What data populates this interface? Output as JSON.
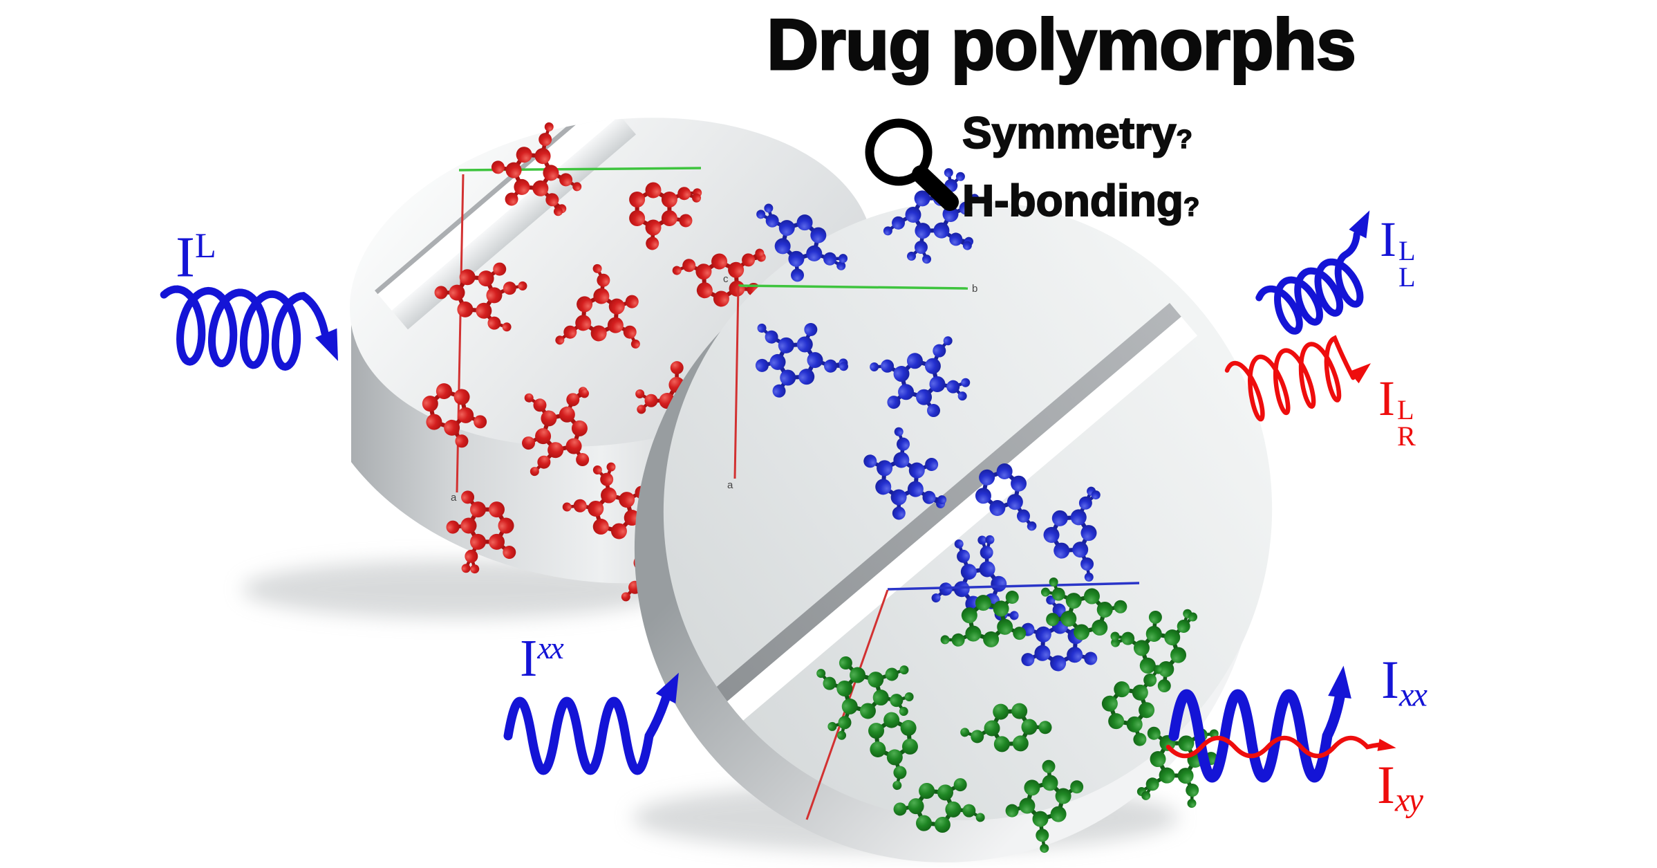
{
  "title": "Drug polymorphs",
  "magnifier_heading": {
    "line1": "Symmetry",
    "line1_mark": "?",
    "line2": "H-bonding",
    "line2_mark": "?"
  },
  "beam_labels": {
    "incident_cpl": {
      "base": "I",
      "sup": "L"
    },
    "scattered_cpl_left": {
      "base": "I",
      "sup": "L",
      "sub": "L"
    },
    "scattered_cpl_right": {
      "base": "I",
      "sup": "L",
      "sub": "R"
    },
    "incident_linear": {
      "base": "I",
      "sup": "xx"
    },
    "scattered_parallel": {
      "base": "I",
      "sub": "xx"
    },
    "scattered_cross": {
      "base": "I",
      "sub": "xy"
    }
  },
  "icons": {
    "magnifier": "magnifying-glass-icon"
  },
  "axis_letters": {
    "a": "a",
    "b": "b",
    "c": "c"
  },
  "colors": {
    "blue": "#1414d6",
    "red": "#ee0d0d",
    "black": "#0a0a0a",
    "molecule_red": "#d41f1f",
    "molecule_red_bond": "#a81111",
    "molecule_blue": "#2430cf",
    "molecule_blue_bond": "#18209b",
    "molecule_green": "#1f8724",
    "molecule_green_bond": "#125c16",
    "axis_green": "#3ec43e",
    "axis_red": "#d23131",
    "axis_blue": "#2a35c8"
  }
}
